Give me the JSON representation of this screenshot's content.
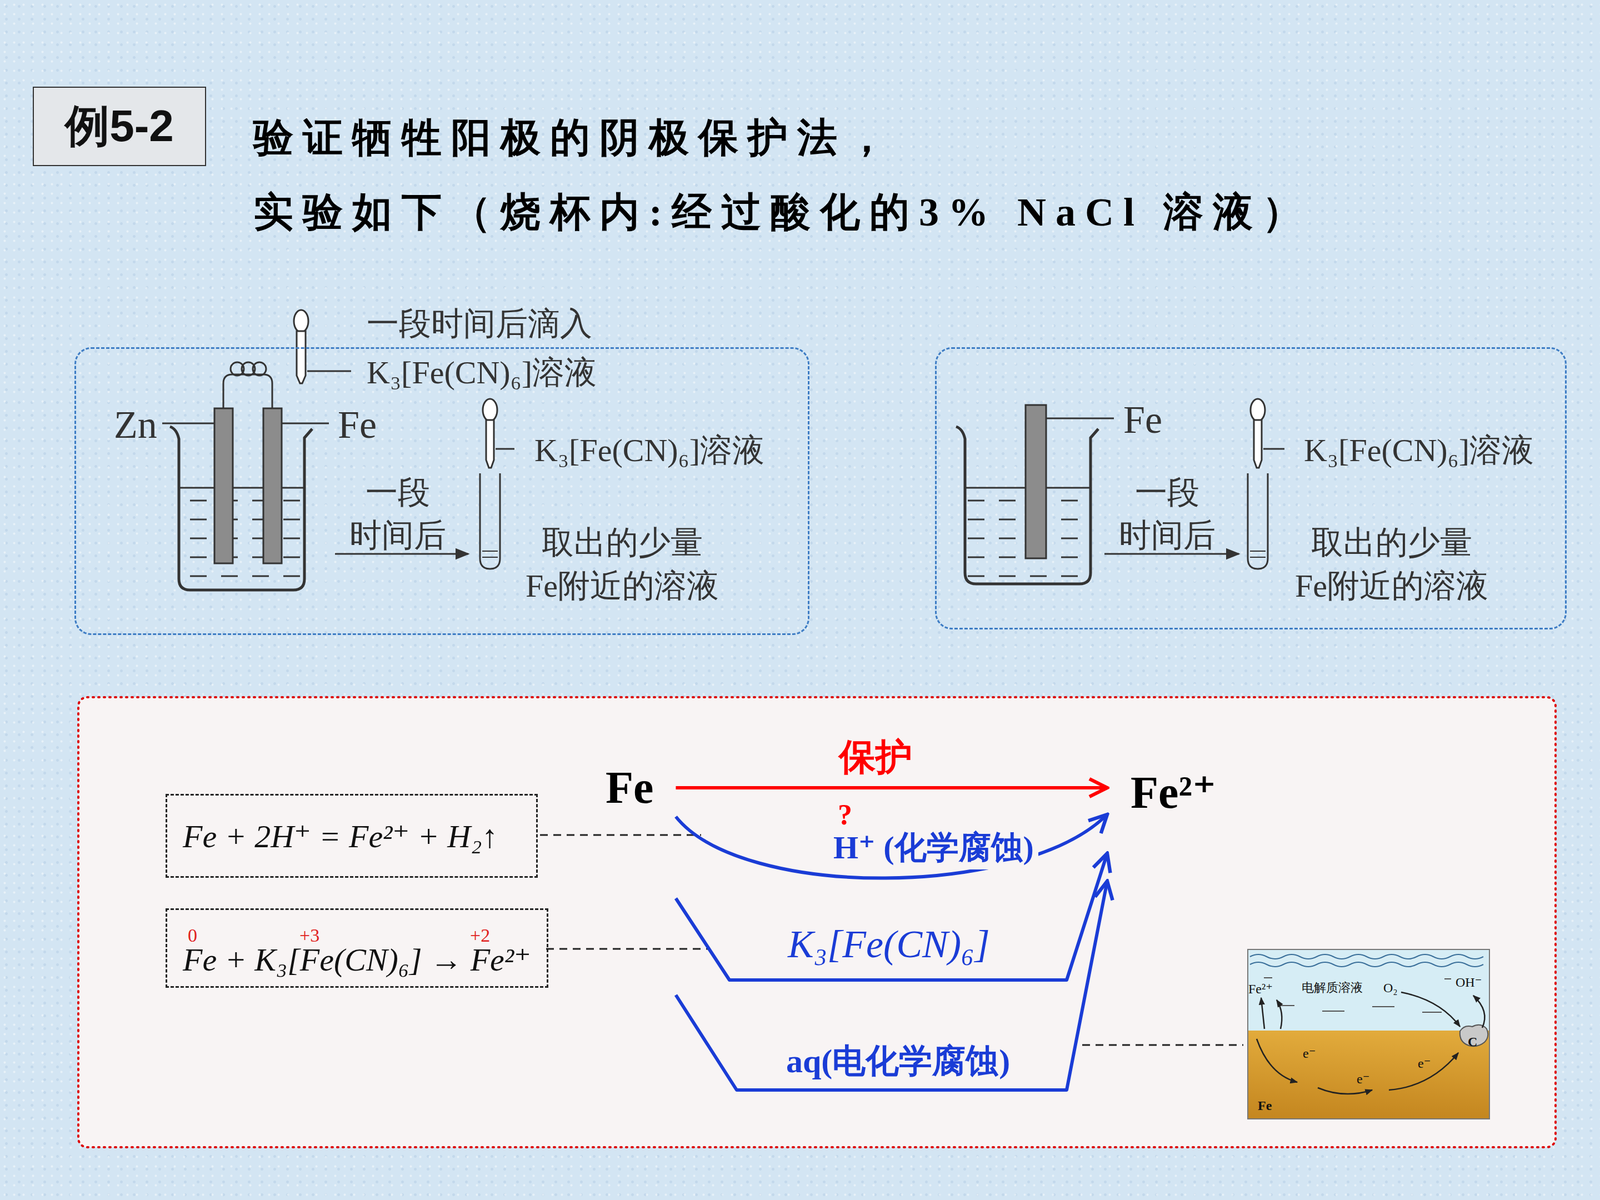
{
  "diagram": {
    "title": "验证牺牲阳极的阴极保护法， 实验如下（烧杯内:经过酸化的3% NaCl 溶液）",
    "nodes": [
      {
        "text": [
          "例5-2"
        ]
      },
      {
        "text": [
          "一段时间后滴入 K₃[Fe(CN)₆]溶液",
          "Zn",
          "Fe",
          "K₃[Fe(CN)₆]溶液",
          "一段 时间后",
          "取出的少量 Fe附近的溶液"
        ]
      },
      {
        "text": [
          "Fe",
          "K₃[Fe(CN)₆]溶液",
          "一段 时间后",
          "取出的少量 Fe附近的溶液"
        ]
      },
      {
        "text": [
          "Fe"
        ]
      },
      {
        "text": [
          "Fe²⁺"
        ]
      },
      {
        "text": [
          "Fe + 2H⁺ = Fe²⁺ + H₂↑"
        ]
      },
      {
        "text": [
          "0",
          "+3",
          "+2",
          "Fe + K₃[Fe(CN)₆] → Fe²⁺"
        ]
      },
      {
        "text": [
          "Fe²⁺",
          "电解质溶液",
          "O₂",
          "OH⁻",
          "e⁻",
          "e⁻",
          "e⁻",
          "C",
          "Fe"
        ]
      }
    ],
    "edges": [
      {
        "from": 3,
        "to": 4,
        "label": "保护",
        "arrow": "to"
      },
      {
        "from": 3,
        "to": 4,
        "label": "H⁺ (化学腐蚀)",
        "arrow": "to"
      },
      {
        "from": 3,
        "to": 4,
        "label": "K₃[Fe(CN)₆]",
        "arrow": "to"
      },
      {
        "from": 3,
        "to": 4,
        "label": "aq(电化学腐蚀)",
        "arrow": "to"
      }
    ],
    "labels": [
      "?"
    ]
  }
}
